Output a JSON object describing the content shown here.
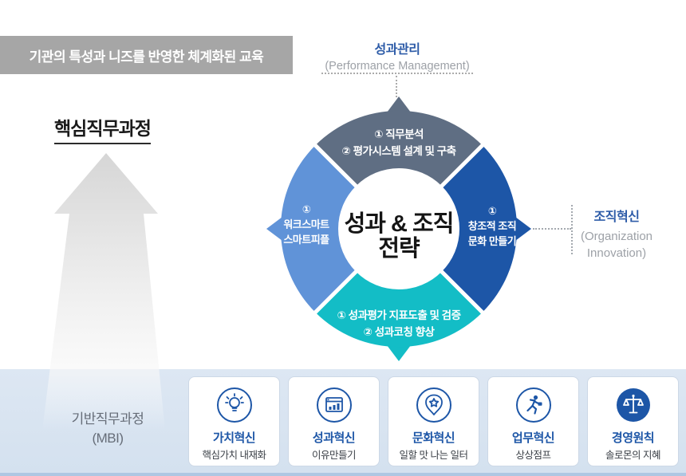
{
  "banner": {
    "text": "기관의 특성과 니즈를 반영한 체계화된 교육",
    "bg_color": "#a6a6a6"
  },
  "left_section": {
    "title": "핵심직무과정",
    "base_label_line1": "기반직무과정",
    "base_label_line2": "(MBI)"
  },
  "diagram": {
    "center": {
      "line1": "성과 & 조직",
      "line2": "전략"
    },
    "quadrants": {
      "top": {
        "color": "#5f6e83",
        "lines": [
          "① 직무분석",
          "② 평가시스템 설계 및 구축"
        ]
      },
      "right": {
        "color": "#1d56a7",
        "lines": [
          "①",
          "창조적 조직",
          "문화 만들기"
        ]
      },
      "bottom": {
        "color": "#13bdc6",
        "lines": [
          "① 성과평가 지표도출 및 검증",
          "② 성과코칭 향상"
        ]
      },
      "left": {
        "color": "#6093d8",
        "lines": [
          "①",
          "워크스마트",
          "스마트피플"
        ]
      }
    },
    "labels": {
      "top": {
        "title": "성과관리",
        "subtitle": "(Performance Management)"
      },
      "right": {
        "title": "조직혁신",
        "subtitle_line1": "(Organization",
        "subtitle_line2": "Innovation)"
      }
    }
  },
  "bottom_band": {
    "cards": [
      {
        "icon": "lightbulb-icon",
        "title": "가치혁신",
        "subtitle": "핵심가치 내재화"
      },
      {
        "icon": "bar-chart-window-icon",
        "title": "성과혁신",
        "subtitle": "이유만들기"
      },
      {
        "icon": "badge-star-icon",
        "title": "문화혁신",
        "subtitle": "일할 맛 나는 일터"
      },
      {
        "icon": "running-person-icon",
        "title": "업무혁신",
        "subtitle": "상상점프"
      },
      {
        "icon": "scales-icon",
        "title": "경영원칙",
        "subtitle": "솔로몬의 지혜"
      }
    ]
  },
  "colors": {
    "accent_blue": "#1d56a7",
    "label_blue": "#2e5ca8",
    "label_gray": "#9da1a7",
    "band_bg": "#d9e4f1",
    "band_border": "#aec7e2",
    "banner_gray": "#a6a6a6",
    "quad_top": "#5f6e83",
    "quad_right": "#1d56a7",
    "quad_bottom": "#13bdc6",
    "quad_left": "#6093d8"
  }
}
